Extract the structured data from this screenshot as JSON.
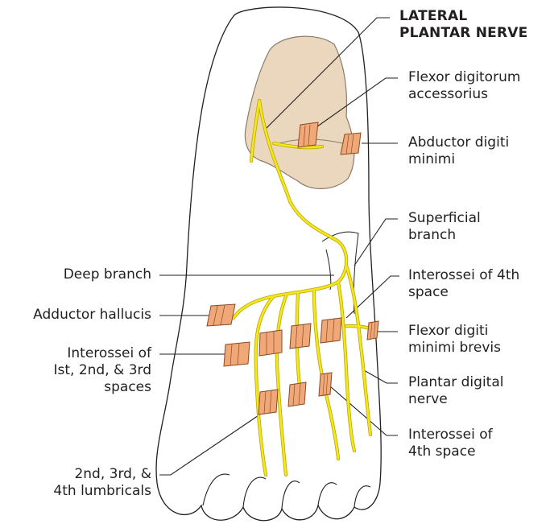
{
  "colors": {
    "background": "#ffffff",
    "outline": "#231f20",
    "bone_fill": "#ead7bd",
    "bone_stroke": "#8a7b6a",
    "nerve": "#f5e61e",
    "nerve_edge": "#b9a800",
    "muscle_fill": "#f0a878",
    "muscle_stroke": "#8a4a22",
    "leader": "#231f20",
    "text": "#231f20"
  },
  "labels": {
    "lateral_plantar_nerve": [
      "LATERAL",
      "PLANTAR NERVE"
    ],
    "flexor_digitorum_accessorius": [
      "Flexor digitorum",
      "accessorius"
    ],
    "abductor_digiti_minimi": [
      "Abductor digiti",
      "minimi"
    ],
    "superficial_branch": [
      "Superficial",
      "branch"
    ],
    "deep_branch": [
      "Deep branch"
    ],
    "interossei_4th_space_upper": [
      "Interossei of 4th",
      "space"
    ],
    "adductor_hallucis": [
      "Adductor hallucis"
    ],
    "flexor_digiti_minimi_brevis": [
      "Flexor digiti",
      "minimi brevis"
    ],
    "interossei_1st_2nd_3rd": [
      "Interossei of",
      "Ist, 2nd, & 3rd",
      "spaces"
    ],
    "plantar_digital_nerve": [
      "Plantar digital",
      "nerve"
    ],
    "interossei_4th_space_lower": [
      "Interossei of",
      "4th space"
    ],
    "lumbricals": [
      "2nd, 3rd, &",
      "4th lumbricals"
    ]
  }
}
